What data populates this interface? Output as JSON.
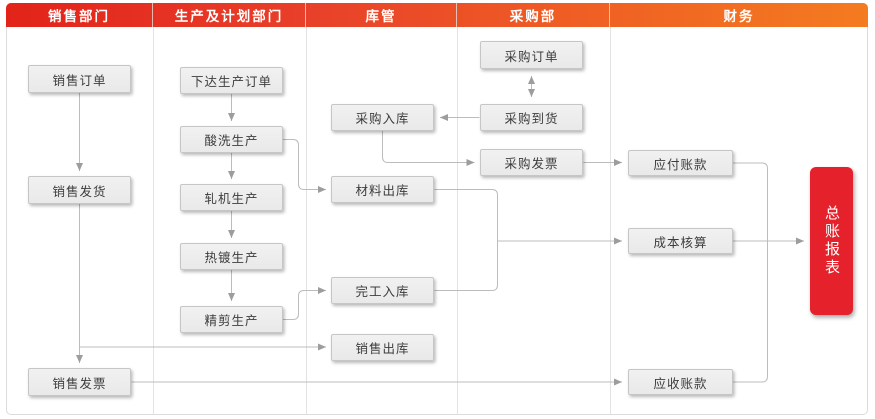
{
  "header": {
    "lanes": [
      {
        "label": "销售部门"
      },
      {
        "label": "生产及计划部门"
      },
      {
        "label": "库管"
      },
      {
        "label": "采购部"
      },
      {
        "label": "财务"
      }
    ]
  },
  "nodes": {
    "sales_order": "销售订单",
    "sales_delivery": "销售发货",
    "sales_invoice": "销售发票",
    "production_order": "下达生产订单",
    "pickling": "酸洗生产",
    "rolling": "轧机生产",
    "galvanizing": "热镀生产",
    "shearing": "精剪生产",
    "purchase_in": "采购入库",
    "material_out": "材料出库",
    "finished_in": "完工入库",
    "sales_out": "销售出库",
    "purchase_order": "采购订单",
    "purchase_arrival": "采购到货",
    "purchase_invoice": "采购发票",
    "accounts_payable": "应付账款",
    "cost_accounting": "成本核算",
    "accounts_receivable": "应收账款",
    "general_ledger": "总账报表"
  },
  "edges": [
    {
      "from": "销售订单",
      "to": "销售发货",
      "style": "arrow"
    },
    {
      "from": "销售发货",
      "to": "销售发票",
      "style": "arrow"
    },
    {
      "from": "销售发货",
      "to": "销售出库",
      "style": "arrow"
    },
    {
      "from": "下达生产订单",
      "to": "酸洗生产",
      "style": "arrow"
    },
    {
      "from": "酸洗生产",
      "to": "轧机生产",
      "style": "arrow"
    },
    {
      "from": "轧机生产",
      "to": "热镀生产",
      "style": "arrow"
    },
    {
      "from": "热镀生产",
      "to": "精剪生产",
      "style": "arrow"
    },
    {
      "from": "酸洗生产",
      "to": "材料出库",
      "style": "arrow"
    },
    {
      "from": "精剪生产",
      "to": "完工入库",
      "style": "arrow"
    },
    {
      "from": "采购订单",
      "to": "采购到货",
      "style": "double-arrow"
    },
    {
      "from": "采购到货",
      "to": "采购入库",
      "style": "arrow"
    },
    {
      "from": "采购入库",
      "to": "采购发票",
      "style": "arrow"
    },
    {
      "from": "采购发票",
      "to": "应付账款",
      "style": "arrow"
    },
    {
      "from": "材料出库",
      "to": "成本核算",
      "style": "arrow"
    },
    {
      "from": "完工入库",
      "to": "成本核算",
      "style": "arrow"
    },
    {
      "from": "销售发票",
      "to": "应收账款",
      "style": "arrow"
    },
    {
      "from": "应付账款",
      "to": "总账报表",
      "style": "line"
    },
    {
      "from": "应收账款",
      "to": "总账报表",
      "style": "line"
    },
    {
      "from": "成本核算",
      "to": "总账报表",
      "style": "arrow"
    }
  ],
  "colors": {
    "header_gradient_start": "#e2231a",
    "header_gradient_end": "#f47b20",
    "ledger_red": "#e5212b",
    "node_fill": "#ececec",
    "connector": "#bcbcbc"
  }
}
